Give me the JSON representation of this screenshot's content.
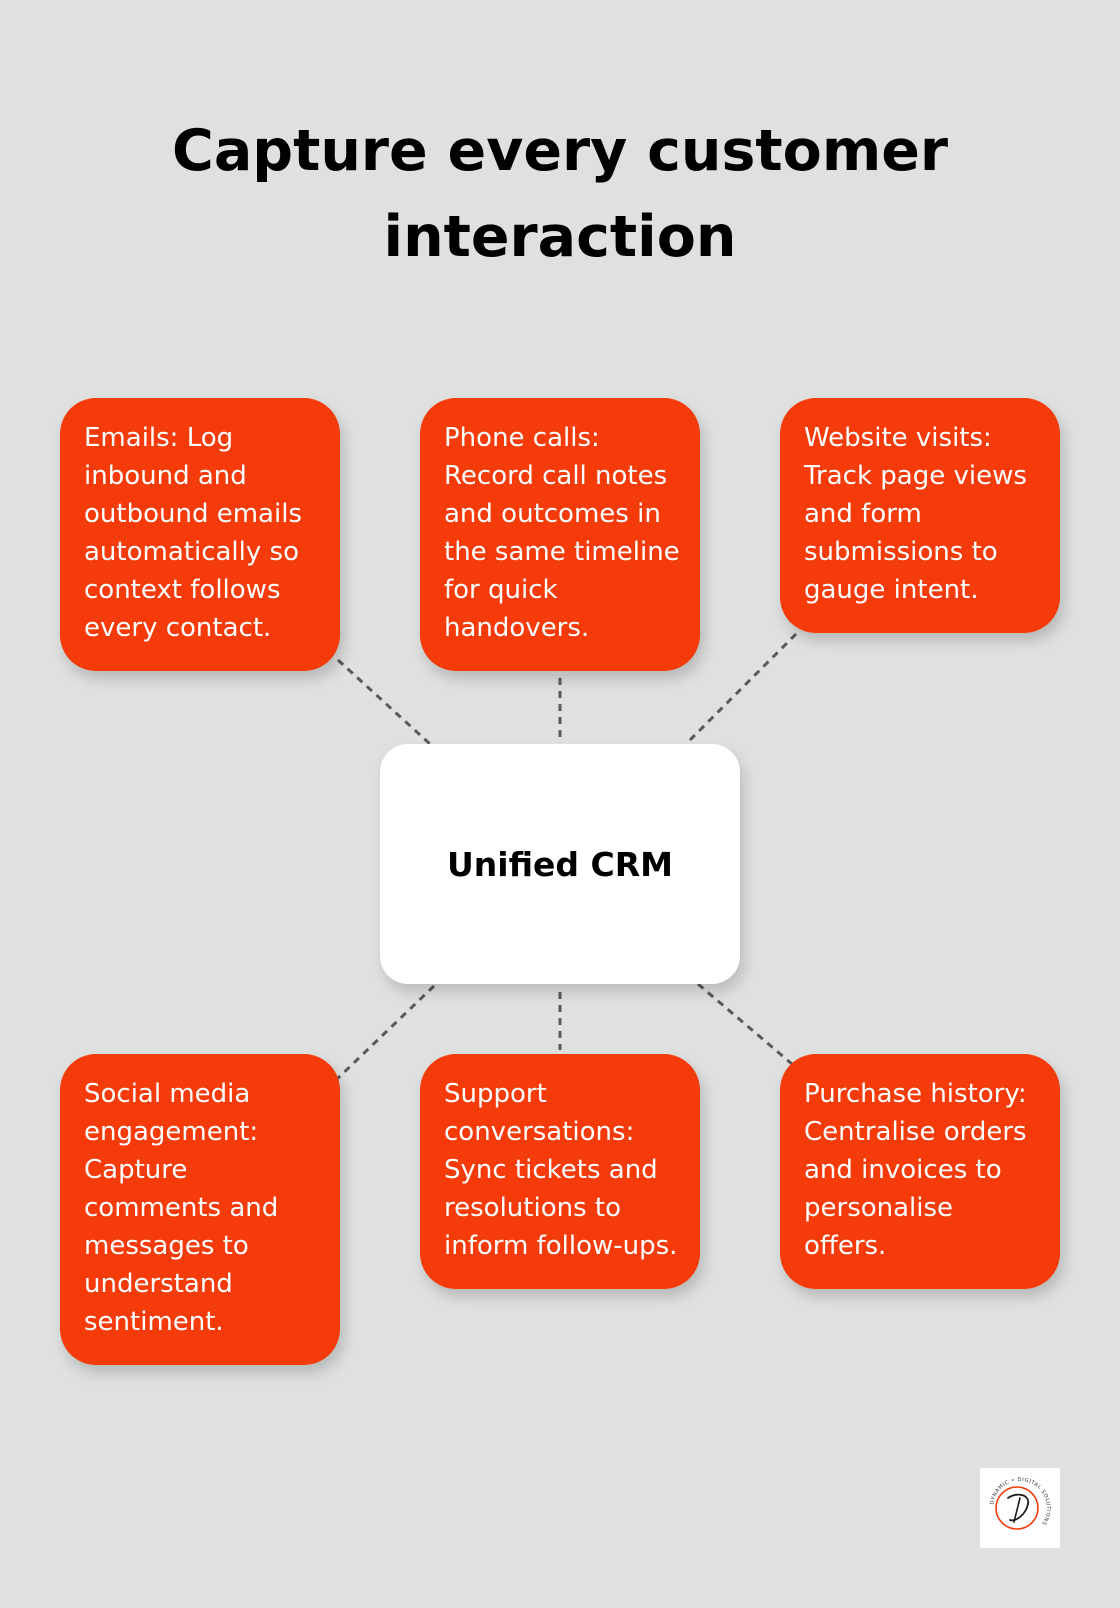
{
  "title": "Capture every customer interaction",
  "hub": {
    "label": "Unified CRM"
  },
  "channels": [
    {
      "text": "Emails: Log inbound and outbound emails automatically so context follows every contact."
    },
    {
      "text": "Phone calls: Record call notes and outcomes in the same timeline for quick handovers."
    },
    {
      "text": "Website visits: Track page views and form submissions to gauge intent."
    },
    {
      "text": "Social media engagement: Capture comments and messages to understand sentiment."
    },
    {
      "text": "Support conversations: Sync tickets and resolutions to inform follow-ups."
    },
    {
      "text": "Purchase history: Centralise orders and invoices to personalise offers."
    }
  ],
  "logo": {
    "text": "DYNAMIC • DIGITAL SOLUTIONS"
  },
  "colors": {
    "background": "#dfe1e1",
    "card": "#f53b0a",
    "hub": "#ffffff",
    "connector": "#5a5a5a"
  }
}
